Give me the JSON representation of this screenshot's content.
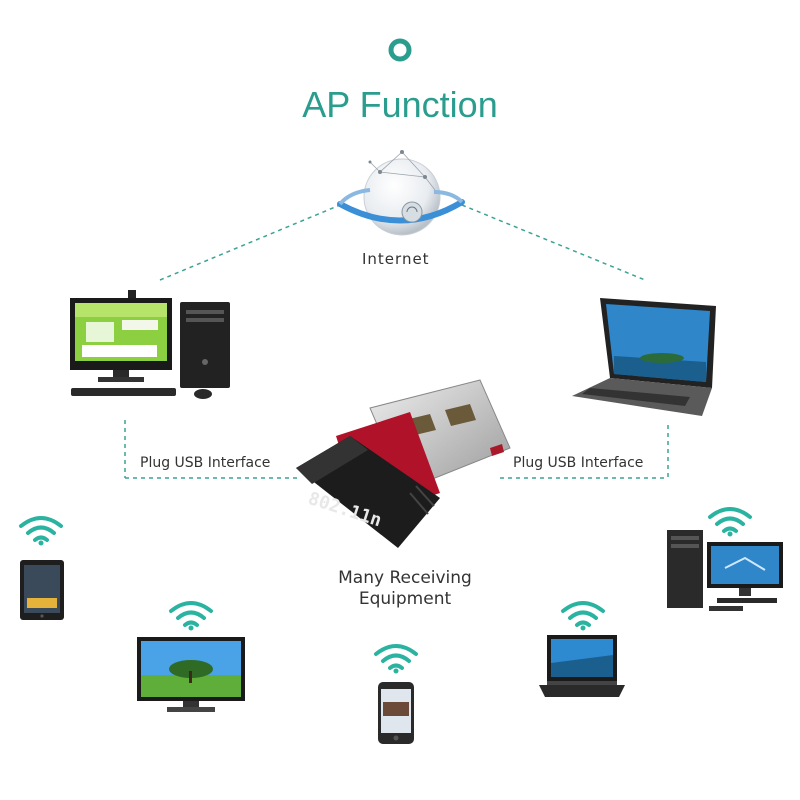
{
  "diagram": {
    "title": "AP Function",
    "internet_label": "Internet",
    "left_link_label": "Plug USB Interface",
    "right_link_label": "Plug USB Interface",
    "adapter_text": "802.11n",
    "receiving_line1": "Many Receiving",
    "receiving_line2": "Equipment"
  },
  "colors": {
    "accent": "#2a9d8f",
    "dashed_line": "#3aa394",
    "adapter_body": "#1c1c1c",
    "adapter_stripe": "#b0122a",
    "screen_green": "#7fcf3a",
    "screen_blue": "#2f86c9"
  },
  "icons": {
    "top_marker": "ring-icon",
    "internet": "globe-icon",
    "wifi": "wifi-icon"
  }
}
